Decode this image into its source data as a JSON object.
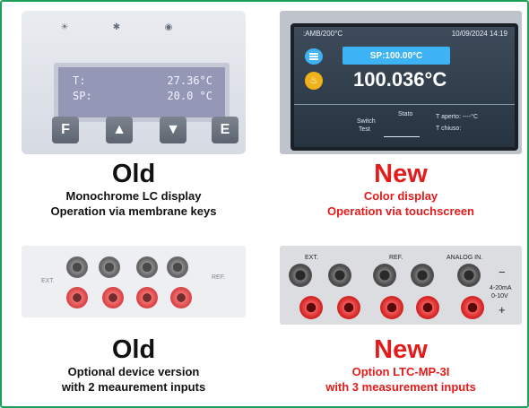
{
  "old_display": {
    "heading": "Old",
    "line1": "Monochrome LC display",
    "line2": "Operation via membrane keys",
    "lcd": {
      "row1_label": "T:",
      "row1_value": "27.36°C",
      "row2_label": "SP:",
      "row2_value": "20.0  °C"
    },
    "keys": [
      "F",
      "▲",
      "▼",
      "E"
    ]
  },
  "new_display": {
    "heading": "New",
    "line1": "Color display",
    "line2": "Operation via touchscreen",
    "screen": {
      "top_left": ":AMB/200°C",
      "top_right": "10/09/2024 14:19",
      "setpoint": "SP:100.00°C",
      "temperature": "100.036°C",
      "switch_label": "Switch",
      "test_label": "Test",
      "stato_label": "Stato",
      "open_label": "T aperto: ----°C",
      "closed_label": "T chiuso:"
    }
  },
  "old_inputs": {
    "heading": "Old",
    "line1": "Optional device version",
    "line2": "with 2 meaurement inputs",
    "panel_labels": [
      "EXT.",
      "REF."
    ]
  },
  "new_inputs": {
    "heading": "New",
    "line1": "Option LTC-MP-3I",
    "line2": "with 3 measurement inputs",
    "panel_labels": [
      "EXT.",
      "REF.",
      "ANALOG IN.",
      "4-20mA",
      "0-10V",
      "−",
      "+"
    ]
  },
  "colors": {
    "border": "#1fa05a",
    "new_text": "#e31b1b",
    "old_text": "#111111",
    "touch_setpoint": "#3db2f4"
  }
}
